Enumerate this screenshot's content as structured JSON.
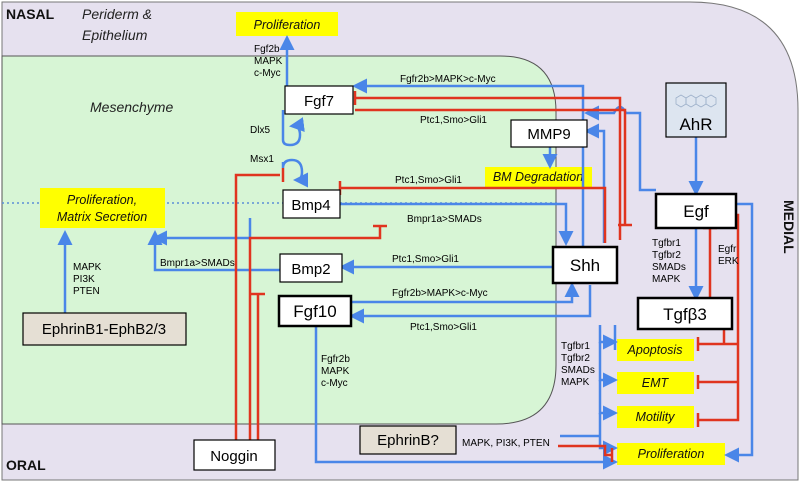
{
  "regions": {
    "nasal": "NASAL",
    "oral": "ORAL",
    "medial": "MEDIAL",
    "periderm_line1": "Periderm &",
    "periderm_line2": "Epithelium",
    "mesenchyme": "Mesenchyme"
  },
  "nodes": {
    "fgf7": "Fgf7",
    "bmp4": "Bmp4",
    "bmp2": "Bmp2",
    "fgf10": "Fgf10",
    "noggin": "Noggin",
    "mmp9": "MMP9",
    "shh": "Shh",
    "egf": "Egf",
    "tgfb3": "Tgfβ3",
    "ephrin_eph": "EphrinB1-EphB2/3",
    "ephrinb": "EphrinB?",
    "ahr": "AhR"
  },
  "outcomes": {
    "proliferation_top": "Proliferation",
    "prolif_matrix_line1": "Proliferation,",
    "prolif_matrix_line2": "Matrix Secretion",
    "bm_degradation": "BM Degradation",
    "apoptosis": "Apoptosis",
    "emt": "EMT",
    "motility": "Motility",
    "proliferation_bottom": "Proliferation"
  },
  "edge_labels": {
    "fgf7_up": [
      "Fgf2b",
      "MAPK",
      "c-Myc"
    ],
    "dlx5": "Dlx5",
    "msx1": "Msx1",
    "shh_to_fgf7": "Fgfr2b>MAPK>c-Myc",
    "fgf7_to_shh": "Ptc1,Smo>Gli1",
    "bmp4_ptc": "Ptc1,Smo>Gli1",
    "bmpr1a_smads": "Bmpr1a>SMADs",
    "bmp2_smads": "Bmpr1a>SMADs",
    "bmp2_ptc": "Ptc1,Smo>Gli1",
    "fgf10_fgfr": "Fgfr2b>MAPK>c-Myc",
    "fgf10_ptc": "Ptc1,Smo>Gli1",
    "ephrin_up": [
      "MAPK",
      "PI3K",
      "PTEN"
    ],
    "fgf10_down": [
      "Fgfr2b",
      "MAPK",
      "c-Myc"
    ],
    "tgfb_egf": [
      "Tgfbr1",
      "Tgfbr2",
      "SMADs",
      "MAPK"
    ],
    "egfr_erk": [
      "Egfr",
      "ERK"
    ],
    "tgfb_out": [
      "Tgfbr1",
      "Tgfbr2",
      "SMADs",
      "MAPK"
    ],
    "ephrinb_out": "MAPK, PI3K, PTEN"
  },
  "colors": {
    "periderm_bg": "#e6e1ef",
    "mesenchyme_bg": "#d7f5d5",
    "activation": "#4a86e8",
    "inhibition": "#e0341f",
    "yellow": "#ffff00",
    "tan": "#e5dfd4",
    "ahr_bg": "#dde5f0"
  }
}
